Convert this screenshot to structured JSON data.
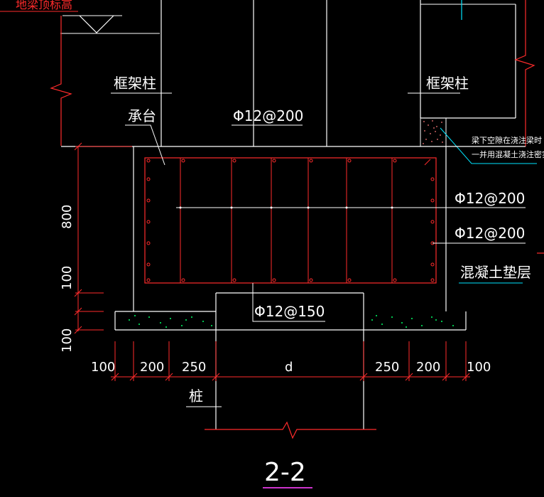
{
  "labels": {
    "top_left_partial": "地梁顶标高",
    "column_left": "框架柱",
    "column_right": "框架柱",
    "cap": "承台",
    "rebar_top": "Φ12@200",
    "rebar_mid": "Φ12@200",
    "rebar_side": "Φ12@200",
    "rebar_stirrup": "Φ12@150",
    "cushion": "混凝土垫层",
    "pile": "桩",
    "note_line1": "梁下空隙在浇注梁时",
    "note_line2": "一并用混凝土浇注密实",
    "section_title": "2-2"
  },
  "dimensions": {
    "vertical": [
      "800",
      "100",
      "100"
    ],
    "horizontal": [
      "100",
      "200",
      "250",
      "d",
      "250",
      "200",
      "100"
    ]
  },
  "colors": {
    "background": "#000000",
    "outline": "#ffffff",
    "rebar": "#ff2b2b",
    "dimension": "#ff2b2b",
    "cyan": "#00e5ff",
    "cushion_dots": "#00ff66",
    "title_underline": "#cc33cc"
  }
}
